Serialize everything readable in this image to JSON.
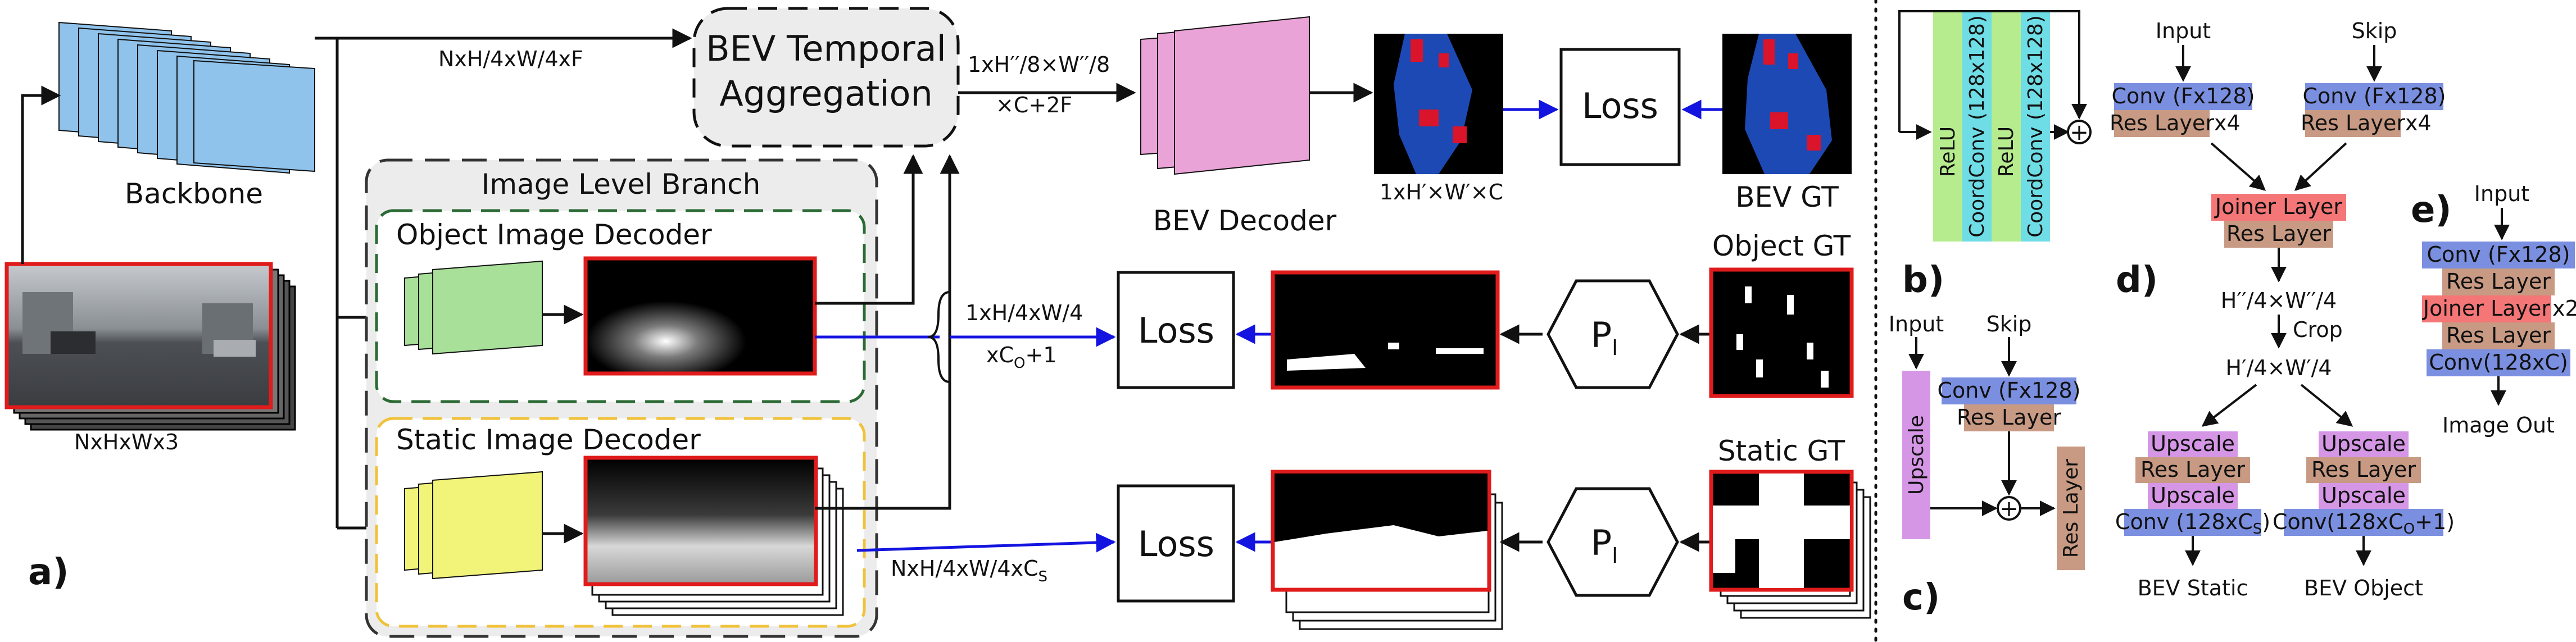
{
  "colors": {
    "backbone": "#8fc3ec",
    "bev_decoder": "#e9a3d6",
    "object_decoder": "#a8e09a",
    "static_decoder": "#f2f47a",
    "conv": "#7b8fe0",
    "res": "#c89a83",
    "joiner": "#f47676",
    "upscale": "#d596e6",
    "relu": "#b6ec8e",
    "coordconv": "#6fdde6",
    "object_box": "#2b6a34",
    "static_box": "#f0c23c",
    "red_frame": "#e01b1b",
    "arrow_blue": "#1414e0",
    "bev_blue": "#1d49b4",
    "bev_red": "#d9142b"
  },
  "a": {
    "panel_label": "a)",
    "input_size": "NxHxWx3",
    "backbone_label": "Backbone",
    "backbone_feat": "NxH/4xW/4xF",
    "temporal_line1": "BEV Temporal",
    "temporal_line2": "Aggregation",
    "temporal_out_line1": "1xH′′/8×W′′/8",
    "temporal_out_line2": "×C+2F",
    "bev_decoder_label": "BEV Decoder",
    "bev_out_size": "1xH′×W′×C",
    "bev_gt_label": "BEV GT",
    "loss": "Loss",
    "image_branch_label": "Image Level Branch",
    "object_decoder_label": "Object Image Decoder",
    "static_decoder_label": "Static Image Decoder",
    "object_out_line1": "1xH/4xW/4",
    "object_out_line2": "xC",
    "object_out_sub": "O",
    "object_out_tail": "+1",
    "static_out_main": "NxH/4xW/4xC",
    "static_out_sub": "S",
    "object_gt_label": "Object GT",
    "static_gt_label": "Static GT",
    "projection": "P",
    "projection_sub": "I"
  },
  "b": {
    "panel_label": "b)",
    "relu": "ReLU",
    "coordconv": "CoordConv (128x128)",
    "plus": "+"
  },
  "c": {
    "panel_label": "c)",
    "input": "Input",
    "skip": "Skip",
    "upscale": "Upscale",
    "conv": "Conv (Fx128)",
    "res": "Res Layer",
    "res_rot": "Res Layer",
    "plus": "+"
  },
  "d": {
    "panel_label": "d)",
    "input": "Input",
    "skip": "Skip",
    "conv_left": "Conv (Fx128)",
    "res_left": "Res Layer",
    "mult_left": "x4",
    "conv_right": "Conv (Fx128)",
    "res_right": "Res Layer",
    "mult_right": "x4",
    "joiner": "Joiner Layer",
    "res_mid": "Res Layer",
    "size1": "H′′/4×W′′/4",
    "crop": "Crop",
    "size2": "H′/4×W′/4",
    "up1": "Upscale",
    "res1": "Res Layer",
    "up2": "Upscale",
    "conv_static": "Conv (128xC",
    "conv_static_sub": "S",
    "conv_static_tail": ")",
    "up3": "Upscale",
    "res3": "Res Layer",
    "up4": "Upscale",
    "conv_object": "Conv(128xC",
    "conv_object_sub": "O",
    "conv_object_tail": "+1)",
    "out_static": "BEV Static",
    "out_object": "BEV Object"
  },
  "e": {
    "panel_label": "e)",
    "input": "Input",
    "conv": "Conv (Fx128)",
    "res1": "Res Layer",
    "joiner": "Joiner Layer",
    "mult": "x2",
    "res2": "Res Layer",
    "conv_out": "Conv(128xC)",
    "output": "Image Out"
  }
}
